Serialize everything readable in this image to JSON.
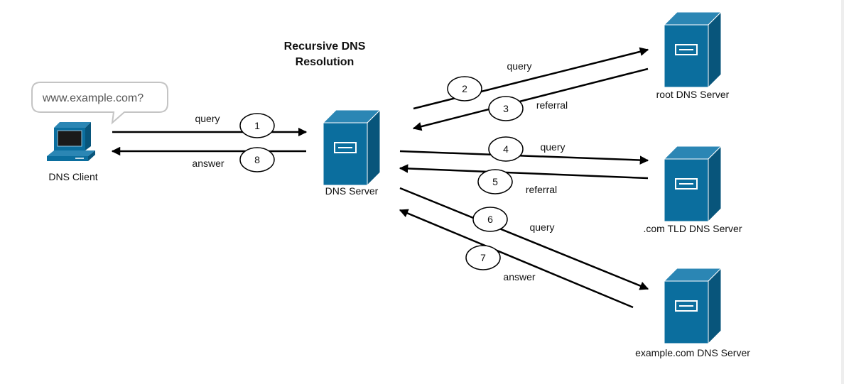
{
  "diagram": {
    "title_line1": "Recursive DNS",
    "title_line2": "Resolution",
    "client": {
      "label": "DNS Client",
      "bubble": "www.example.com?"
    },
    "resolver": {
      "label": "DNS Server"
    },
    "servers": {
      "root": "root DNS Server",
      "tld": ".com TLD DNS Server",
      "auth": "example.com DNS Server"
    },
    "steps": [
      {
        "num": "1",
        "label": "query"
      },
      {
        "num": "2",
        "label": "query"
      },
      {
        "num": "3",
        "label": "referral"
      },
      {
        "num": "4",
        "label": "query"
      },
      {
        "num": "5",
        "label": "referral"
      },
      {
        "num": "6",
        "label": "query"
      },
      {
        "num": "7",
        "label": "answer"
      },
      {
        "num": "8",
        "label": "answer"
      }
    ]
  },
  "colors": {
    "server_front": "#0b6e9e",
    "server_side": "#08557b",
    "server_top": "#2b86b4",
    "arrow": "#000000"
  },
  "icons": {
    "client": "desktop-computer-icon",
    "server": "server-tower-icon"
  }
}
